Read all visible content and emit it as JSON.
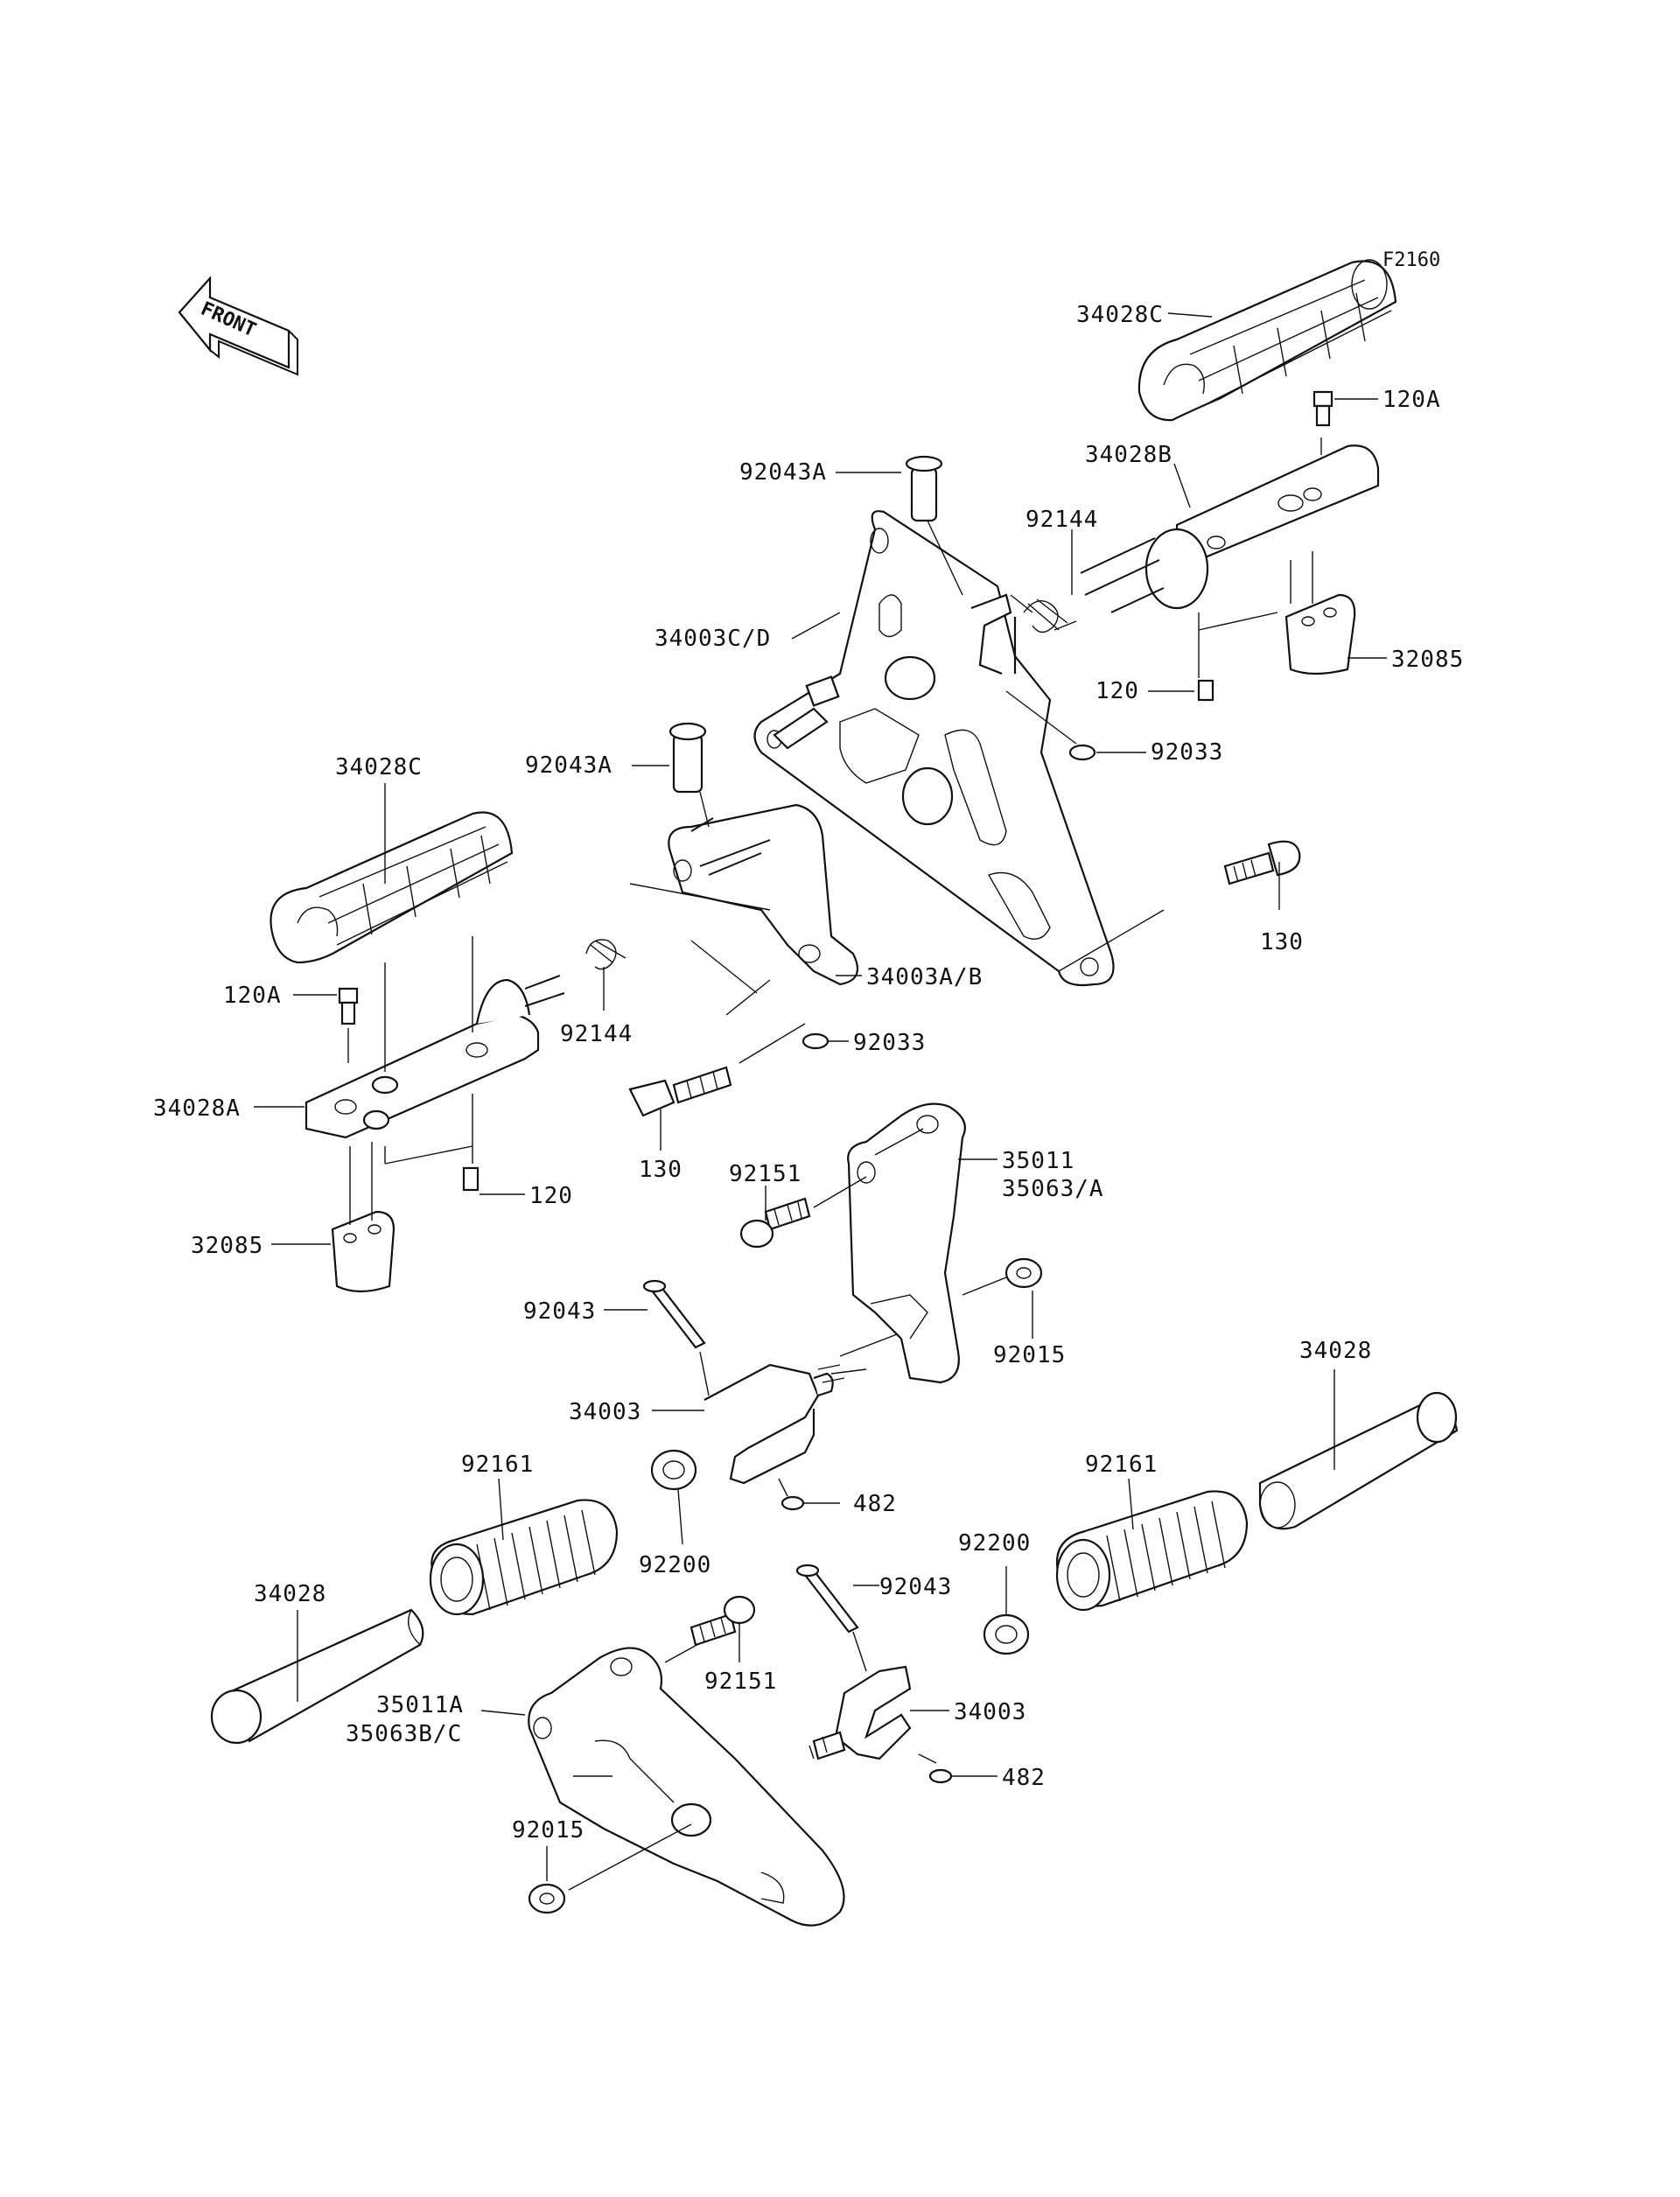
{
  "figure_code": "F2160",
  "front_arrow_text": "FRONT",
  "labels": {
    "a_34028C_r": "34028C",
    "a_120A_r": "120A",
    "a_34028B": "34028B",
    "a_92043A_r": "92043A",
    "a_92144_r": "92144",
    "a_34003CD": "34003C/D",
    "a_32085_r": "32085",
    "a_120_r": "120",
    "a_92033_r": "92033",
    "a_92043A_l": "92043A",
    "a_34028C_l": "34028C",
    "a_130_r": "130",
    "a_34003AB": "34003A/B",
    "a_120A_l": "120A",
    "a_92144_l": "92144",
    "a_92033_l": "92033",
    "a_34028A": "34028A",
    "a_130_l": "130",
    "a_92151_t": "92151",
    "a_35011": "35011",
    "a_35063A": "35063/A",
    "a_120_l": "120",
    "a_32085_l": "32085",
    "a_92043_t": "92043",
    "a_92015_t": "92015",
    "a_34028_r": "34028",
    "a_34003_t": "34003",
    "a_92161_l": "92161",
    "a_482_t": "482",
    "a_92161_r": "92161",
    "a_92200_l": "92200",
    "a_92200_r": "92200",
    "a_92043_b": "92043",
    "a_34028_l": "34028",
    "a_92151_b": "92151",
    "a_35011A": "35011A",
    "a_35063BC": "35063B/C",
    "a_34003_b": "34003",
    "a_482_b": "482",
    "a_92015_b": "92015"
  }
}
